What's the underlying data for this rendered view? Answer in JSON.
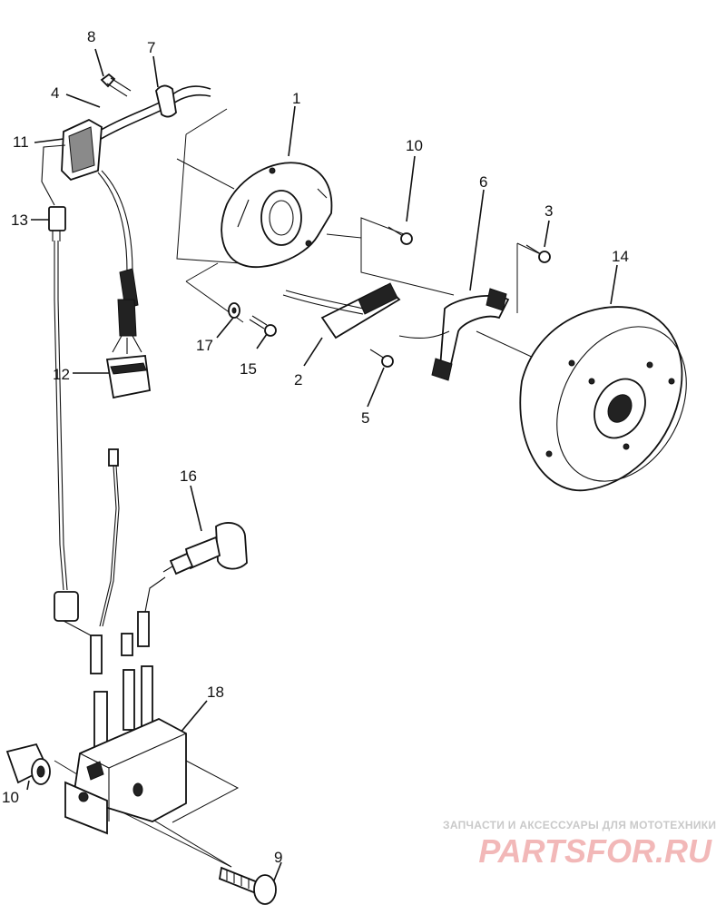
{
  "diagram": {
    "callouts": [
      "1",
      "2",
      "3",
      "4",
      "5",
      "6",
      "7",
      "8",
      "9",
      "10",
      "10",
      "11",
      "12",
      "13",
      "14",
      "15",
      "16",
      "17",
      "18"
    ]
  },
  "watermark": {
    "text": "ЗАПЧАСТИ И АКСЕССУАРЫ ДЛЯ МОТОТЕХНИКИ",
    "logo": "PARTSFOR.RU",
    "logo_color": "#f2b8b8"
  },
  "colors": {
    "line": "#111111",
    "background": "#ffffff"
  }
}
